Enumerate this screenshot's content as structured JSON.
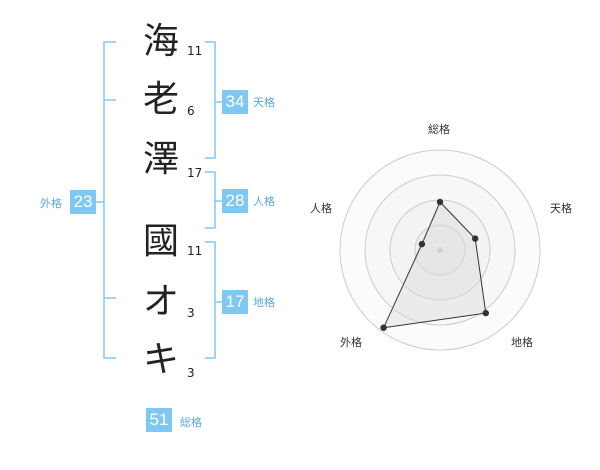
{
  "name": {
    "chars": [
      {
        "char": "海",
        "strokes": "11"
      },
      {
        "char": "老",
        "strokes": "6"
      },
      {
        "char": "澤",
        "strokes": "17"
      },
      {
        "char": "國",
        "strokes": "11"
      },
      {
        "char": "オ",
        "strokes": "3"
      },
      {
        "char": "キ",
        "strokes": "3"
      }
    ]
  },
  "fortune": {
    "tenkaku": {
      "value": "34",
      "label": "天格"
    },
    "jinkaku": {
      "value": "28",
      "label": "人格"
    },
    "chikaku": {
      "value": "17",
      "label": "地格"
    },
    "gaikaku": {
      "value": "23",
      "label": "外格"
    },
    "soukaku": {
      "value": "51",
      "label": "総格"
    }
  },
  "colors": {
    "accent": "#80c8f4",
    "bracket": "#80c8f4",
    "text": "#222222"
  },
  "chart_data": {
    "type": "radar",
    "axes": [
      "総格",
      "天格",
      "地格",
      "外格",
      "人格"
    ],
    "values": [
      0.48,
      0.37,
      0.78,
      0.96,
      0.19
    ],
    "range": [
      0,
      1
    ],
    "rings": 4
  }
}
